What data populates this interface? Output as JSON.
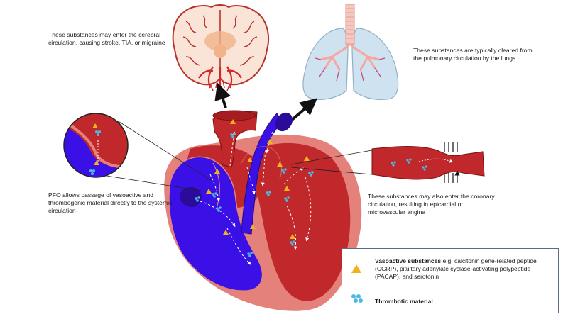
{
  "annotations": {
    "brain": "These substances may enter the cerebral circulation, causing stroke, TIA, or migraine",
    "lungs": "These substances are typically cleared from the pulmonary circulation by the lungs",
    "coronary": "These substances may also enter the coronary circulation, resulting in epicardial or microvascular angina",
    "pfo": "PFO allows passage of vasoactive and thrombogenic material directly to the systemic circulation"
  },
  "legend": {
    "vasoactive_title": "Vasoactive substances",
    "vasoactive_desc": " e.g. calcitonin gene-related peptide (CGRP), pituitary adenylate cyclase-activating polypeptide (PACAP), and serotonin",
    "thrombotic_title": "Thrombotic material"
  },
  "colors": {
    "oxygenated": "#c0282b",
    "deoxygenated": "#3a10e6",
    "heart_outline": "#e3817a",
    "vasoactive": "#f2b21e",
    "thrombotic": "#4cb9e6",
    "lung_fill": "#cfe2ef",
    "brain_fill": "#fae3d7"
  }
}
